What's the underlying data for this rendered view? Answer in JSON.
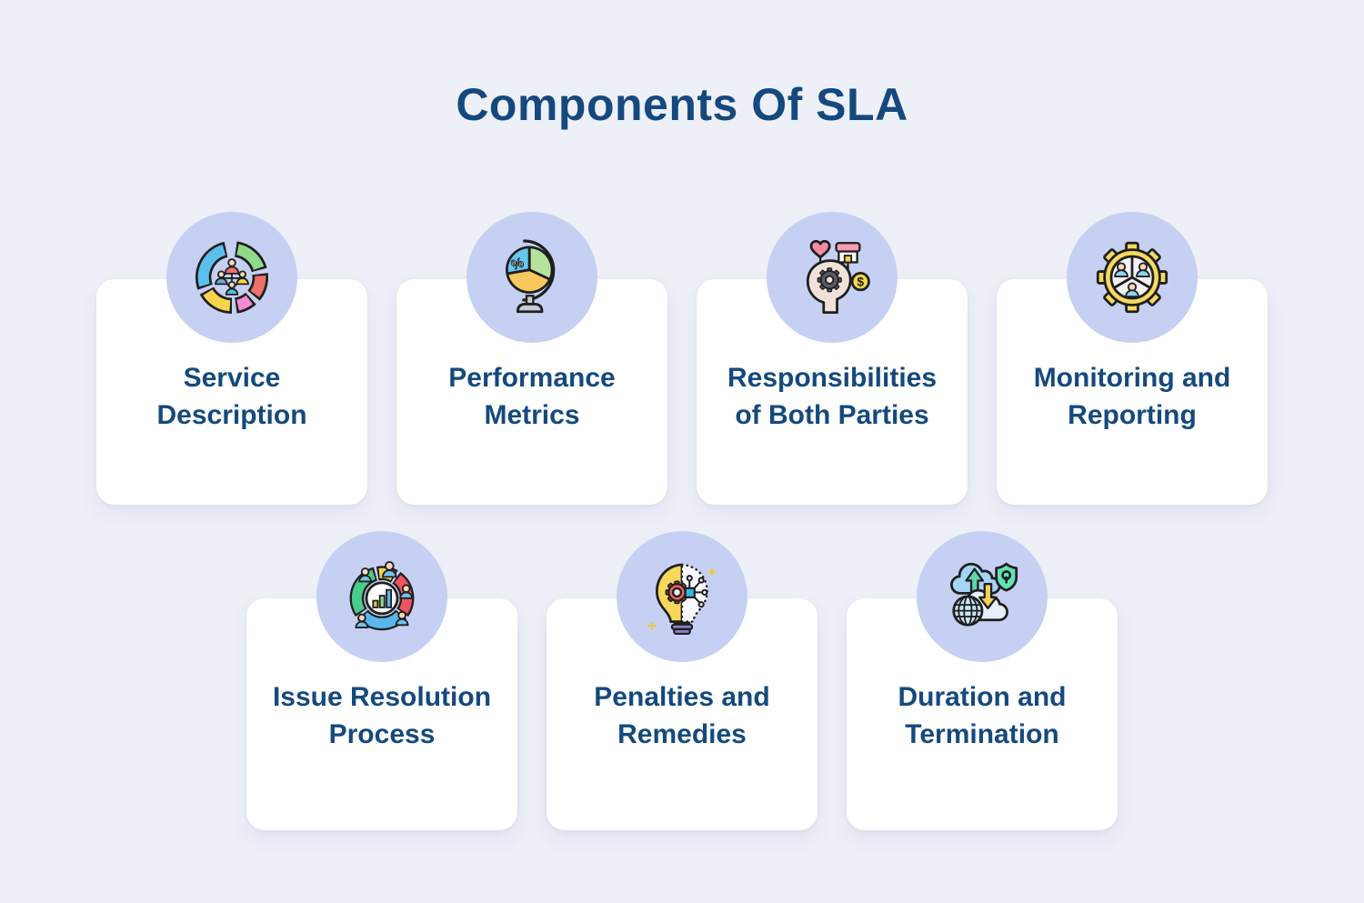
{
  "title": "Components Of SLA",
  "colors": {
    "background": "#eef0f8",
    "card_background": "#ffffff",
    "badge_background": "#c6d0f2",
    "title_color": "#15497E",
    "label_color": "#15497E",
    "icon_palette": {
      "blue": "#5bc0ee",
      "green": "#8ed98b",
      "red": "#ef716b",
      "pink": "#f08bd0",
      "yellow": "#f8d44c",
      "teal": "#5cd8ab",
      "purple": "#8781c7",
      "skin": "#f6d7bd",
      "outline": "#1f1f1f"
    }
  },
  "cards": [
    {
      "label": "Service\nDescription",
      "icon": "donut-chart-team-icon"
    },
    {
      "label": "Performance\nMetrics",
      "icon": "globe-pie-chart-icon"
    },
    {
      "label": "Responsibilities\nof Both Parties",
      "icon": "mind-heart-store-dollar-icon"
    },
    {
      "label": "Monitoring and\nReporting",
      "icon": "gear-team-icon"
    },
    {
      "label": "Issue Resolution\nProcess",
      "icon": "team-analytics-donut-icon"
    },
    {
      "label": "Penalties and\nRemedies",
      "icon": "idea-bulb-circuit-gear-icon"
    },
    {
      "label": "Duration and\nTermination",
      "icon": "cloud-transfer-shield-globe-icon"
    }
  ]
}
